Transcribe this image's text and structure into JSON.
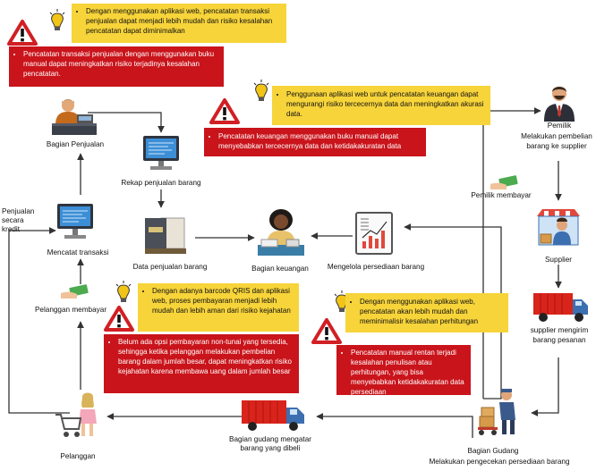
{
  "notes": {
    "n1_info": "Dengan menggunakan aplikasi web, pencatatan transaksi penjualan dapat menjadi lebih mudah dan risiko kesalahan pencatatan dapat diminimalkan",
    "n1_warn": "Pencatatan transaksi penjualan dengan menggunakan buku manual dapat meningkatkan risiko terjadinya kesalahan pencatatan.",
    "n2_info": "Penggunaan aplikasi web untuk pencatatan keuangan dapat mengurangi risiko tercecernya data dan meningkatkan akurasi data.",
    "n2_warn": "Pencatatan keuangan menggunakan buku manual dapat menyebabkan tercecernya data dan ketidakakuratan data",
    "n3_info": "Dengan adanya barcode QRIS dan aplikasi web, proses pembayaran menjadi lebih mudah dan lebih aman dari risiko kejahatan",
    "n3_warn": "Belum ada opsi pembayaran non-tunai yang tersedia, sehingga ketika pelanggan melakukan pembelian barang dalam jumlah besar,  dapat meningkatkan risiko kejahatan karena membawa uang dalam jumlah besar",
    "n4_info": "Dengan menggunakan aplikasi web, pencatatan akan lebih mudah dan meminimalisir kesalahan perhitungan",
    "n4_warn": "Pencatatan manual rentan terjadi kesalahan penulisan atau perhitungan, yang bisa menyebabkan ketidakakuratan data persediaan"
  },
  "nodes": {
    "bagian_penjualan": "Bagian Penjualan",
    "rekap": "Rekap penjualan barang",
    "data_penjualan": "Data penjualan barang",
    "bagian_keuangan": "Bagian keuangan",
    "mengelola": "Mengelola persediaan barang",
    "mencatat": "Mencatat transaksi",
    "penjualan_kredit": "Penjualan secara kredit",
    "pelanggan_membayar": "Pelanggan membayar",
    "pelanggan": "Pelanggan",
    "gudang_mengatar": "Bagian gudang mengatar barang yang dibeli",
    "bagian_gudang": "Bagian Gudang",
    "gudang_sub": "Melakukan pengecekan persediaan barang",
    "pemilik": "Pemilik",
    "pemilik_sub": "Melakukan pembelian barang ke supplier",
    "pemilik_membayar": "Pemilik membayar",
    "supplier": "Supplier",
    "supplier_kirim": "supplier mengirim barang pesanan"
  },
  "colors": {
    "info_box": "#f7d43a",
    "warn_box": "#c9141b",
    "warn_icon": "#d11f24",
    "bulb": "#f2c418",
    "arrow": "#333333"
  },
  "icons": [
    "lightbulb-icon",
    "warning-icon",
    "cashier-icon",
    "monitor-icon",
    "documents-icon",
    "accountant-icon",
    "chart-board-icon",
    "money-hand-icon",
    "customer-icon",
    "truck-icon",
    "warehouse-worker-icon",
    "businessman-icon",
    "shop-icon"
  ]
}
